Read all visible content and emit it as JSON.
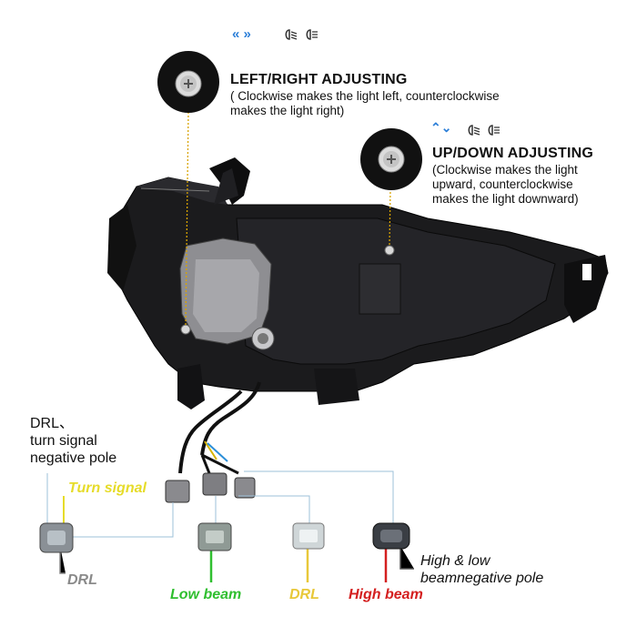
{
  "left_right": {
    "title": "LEFT/RIGHT ADJUSTING",
    "desc_line1": "( Clockwise makes the light left, counterclockwise",
    "desc_line2": "makes the light right)"
  },
  "up_down": {
    "title": "UP/DOWN ADJUSTING",
    "desc_line1": "(Clockwise makes the light",
    "desc_line2": "upward, counterclockwise",
    "desc_line3": "makes the light downward)"
  },
  "labels": {
    "drl_turn_line1": "DRL、",
    "drl_turn_line2": "turn signal",
    "drl_turn_line3": "negative pole",
    "turn_signal": "Turn signal",
    "drl_left": "DRL",
    "low_beam": "Low beam",
    "drl_mid": "DRL",
    "high_beam": "High beam",
    "high_low_line1": "High & low",
    "high_low_line2": "beamnegative pole"
  },
  "colors": {
    "turn_signal": "#e6dc2a",
    "low_beam": "#2fbf2f",
    "drl_mid": "#e8c83a",
    "high_beam": "#d42020",
    "drl_left": "#888888",
    "icon_blue": "#2c7fd8"
  },
  "icons": {
    "lr_arrows": "left-right-arrows-icon",
    "ud_arrows": "up-down-arrows-icon",
    "beam_low": "low-beam-icon",
    "beam_high": "high-beam-icon"
  }
}
